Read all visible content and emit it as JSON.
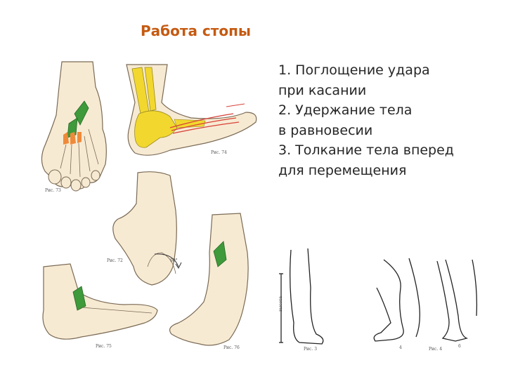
{
  "slide": {
    "title": "Работа стопы",
    "points": [
      "1. Поглощение удара",
      "при касании",
      "2. Удержание тела",
      "в равновесии",
      "3. Толкание тела вперед",
      "для перемещения"
    ]
  },
  "figures": {
    "fig73": "Рис. 73",
    "fig74": "Рис. 74",
    "fig72": "Рис. 72",
    "fig75": "Рис. 75",
    "fig76": "Рис. 76",
    "fig3": "Рис. 3",
    "fig4": "Рис. 4",
    "num4": "4",
    "num6": "6",
    "angle": "90°",
    "height_label": "высота"
  },
  "colors": {
    "title": "#c55a11",
    "skin": "#f7ead3",
    "outline": "#7a6a55",
    "bone": "#f2d82e",
    "muscle": "#3e9a3a",
    "tendon_red": "#d8423a",
    "tendon_orange": "#ef8a3a"
  }
}
